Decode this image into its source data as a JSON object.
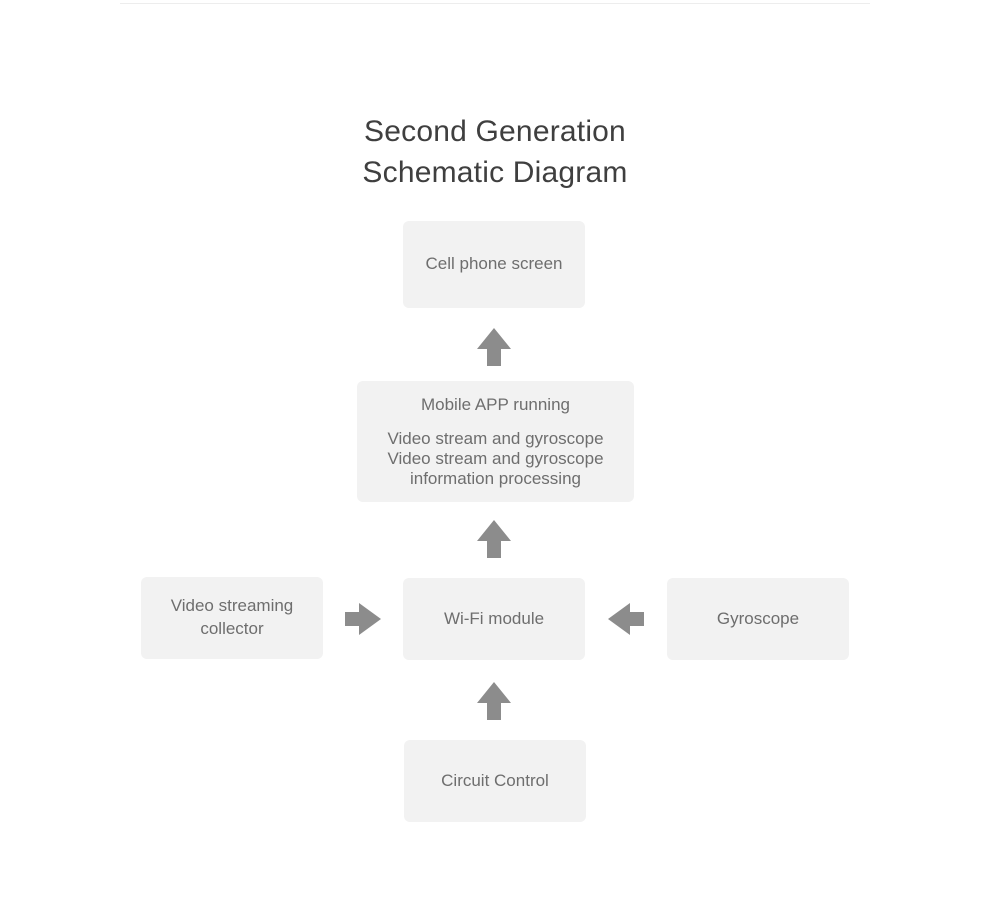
{
  "page": {
    "background": "#ffffff",
    "divider_color": "#ededed"
  },
  "title": {
    "line1": "Second Generation",
    "line2": "Schematic Diagram",
    "color": "#3f3f3f"
  },
  "colors": {
    "node_fill": "#f2f2f2",
    "node_text": "#6e6e6e",
    "arrow_fill": "#8c8c8c"
  },
  "diagram": {
    "type": "flowchart",
    "nodes": [
      {
        "id": "cell-phone-screen",
        "label": "Cell phone screen",
        "lines": [
          "Cell phone screen"
        ]
      },
      {
        "id": "mobile-app",
        "label": "Mobile APP running",
        "heading": "Mobile APP running",
        "lines": [
          "Video stream and gyroscope",
          "Video stream and gyroscope",
          "information processing"
        ]
      },
      {
        "id": "video-streaming-collector",
        "label": "Video streaming collector",
        "lines": [
          "Video streaming",
          "collector"
        ]
      },
      {
        "id": "wifi-module",
        "label": "Wi-Fi module",
        "lines": [
          "Wi-Fi module"
        ]
      },
      {
        "id": "gyroscope",
        "label": "Gyroscope",
        "lines": [
          "Gyroscope"
        ]
      },
      {
        "id": "circuit-control",
        "label": "Circuit Control",
        "lines": [
          "Circuit Control"
        ]
      }
    ],
    "arrows": [
      {
        "id": "app-to-screen",
        "from": "mobile-app",
        "to": "cell-phone-screen",
        "direction": "up"
      },
      {
        "id": "wifi-to-app",
        "from": "wifi-module",
        "to": "mobile-app",
        "direction": "up"
      },
      {
        "id": "circuit-to-wifi",
        "from": "circuit-control",
        "to": "wifi-module",
        "direction": "up"
      },
      {
        "id": "collector-to-wifi",
        "from": "video-streaming-collector",
        "to": "wifi-module",
        "direction": "right"
      },
      {
        "id": "gyro-to-wifi",
        "from": "gyroscope",
        "to": "wifi-module",
        "direction": "left"
      }
    ]
  }
}
